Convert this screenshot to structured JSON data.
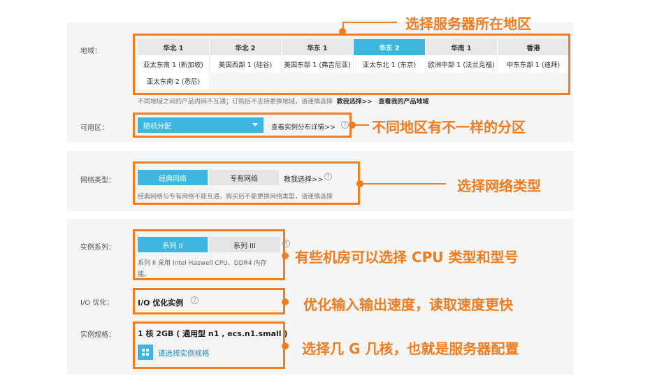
{
  "labels": {
    "region": "地域：",
    "zone": "可用区：",
    "network": "网络类型：",
    "series": "实例系列：",
    "io": "I/O 优化：",
    "spec": "实例规格："
  },
  "regions": {
    "row1": [
      "华北 1",
      "华北 2",
      "华东 1",
      "华东 2",
      "华南 1",
      "香港"
    ],
    "row2": [
      "亚太东南 1 (新加坡)",
      "美国西部 1 (硅谷)",
      "美国东部 1 (弗吉尼亚)",
      "亚太东北 1 (东京)",
      "欧洲中部 1 (法兰克福)",
      "中东东部 1 (迪拜)"
    ],
    "row3": [
      "亚太东南 2 (悉尼)"
    ],
    "selected": "华东 2"
  },
  "region_note": {
    "text": "不同地域之间的产品内网不互通；订购后不支持更换地域，请谨慎选择",
    "help_link": "教我选择>>",
    "my_regions_link": "查看我的产品地域"
  },
  "zone": {
    "value": "随机分配",
    "details_link": "查看实例分布详情>>"
  },
  "network": {
    "options": [
      "经典网络",
      "专有网络"
    ],
    "selected": "经典网络",
    "help_link": "教我选择>>",
    "note": "经典网络与专有网络不能互通，购买后不能更换网络类型，请谨慎选择"
  },
  "series": {
    "options": [
      "系列 II",
      "系列 III"
    ],
    "selected": "系列 II",
    "note_line1": "系列 II 采用 Intel Haswell CPU、DDR4 内存",
    "note_line2": "能。"
  },
  "io": {
    "value": "I/O 优化实例"
  },
  "spec": {
    "value": "1 核 2GB ( 通用型 n1 , ecs.n1.small )",
    "choose_link": "请选择实例规格"
  },
  "callouts": {
    "region": "选择服务器所在地区",
    "zone": "不同地区有不一样的分区",
    "network": "选择网络类型",
    "series": "有些机房可以选择 CPU 类型和型号",
    "io": "优化输入输出速度，读取速度更快",
    "spec": "选择几 G 几核，也就是服务器配置"
  },
  "colors": {
    "accent": "#f47c20",
    "selected": "#3fb6e0",
    "panel_bg": "#f5f5f5"
  }
}
